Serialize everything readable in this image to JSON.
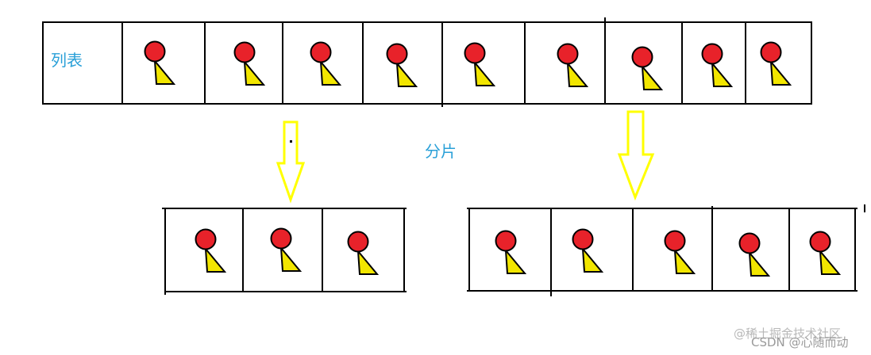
{
  "diagram": {
    "list_label": "列表",
    "slice_label": "分片",
    "full_list": {
      "item_count": 9
    },
    "slices": [
      {
        "item_count": 3
      },
      {
        "item_count": 5
      }
    ],
    "colors": {
      "border": "#000000",
      "ball": "#e8222a",
      "flag": "#f2e600",
      "arrow": "#ffff00",
      "label": "#2aa0d8"
    }
  },
  "watermark": {
    "back": "@稀土掘金技术社区",
    "front": "CSDN @心随而动"
  }
}
